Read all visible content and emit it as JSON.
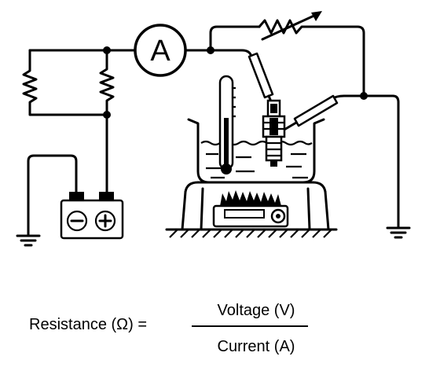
{
  "ammeter": {
    "symbol": "A"
  },
  "formula": {
    "lhs": "Resistance (Ω) =",
    "numerator": "Voltage (V)",
    "denominator": "Current (A)"
  },
  "colors": {
    "ink": "#000000",
    "paper": "#ffffff"
  },
  "icons": [
    "resistor-icon",
    "variable-resistor-icon",
    "ammeter-icon",
    "battery-icon",
    "ground-icon",
    "thermometer-icon",
    "water-bath-icon",
    "sensor-icon",
    "burner-icon",
    "test-probe-icon"
  ]
}
